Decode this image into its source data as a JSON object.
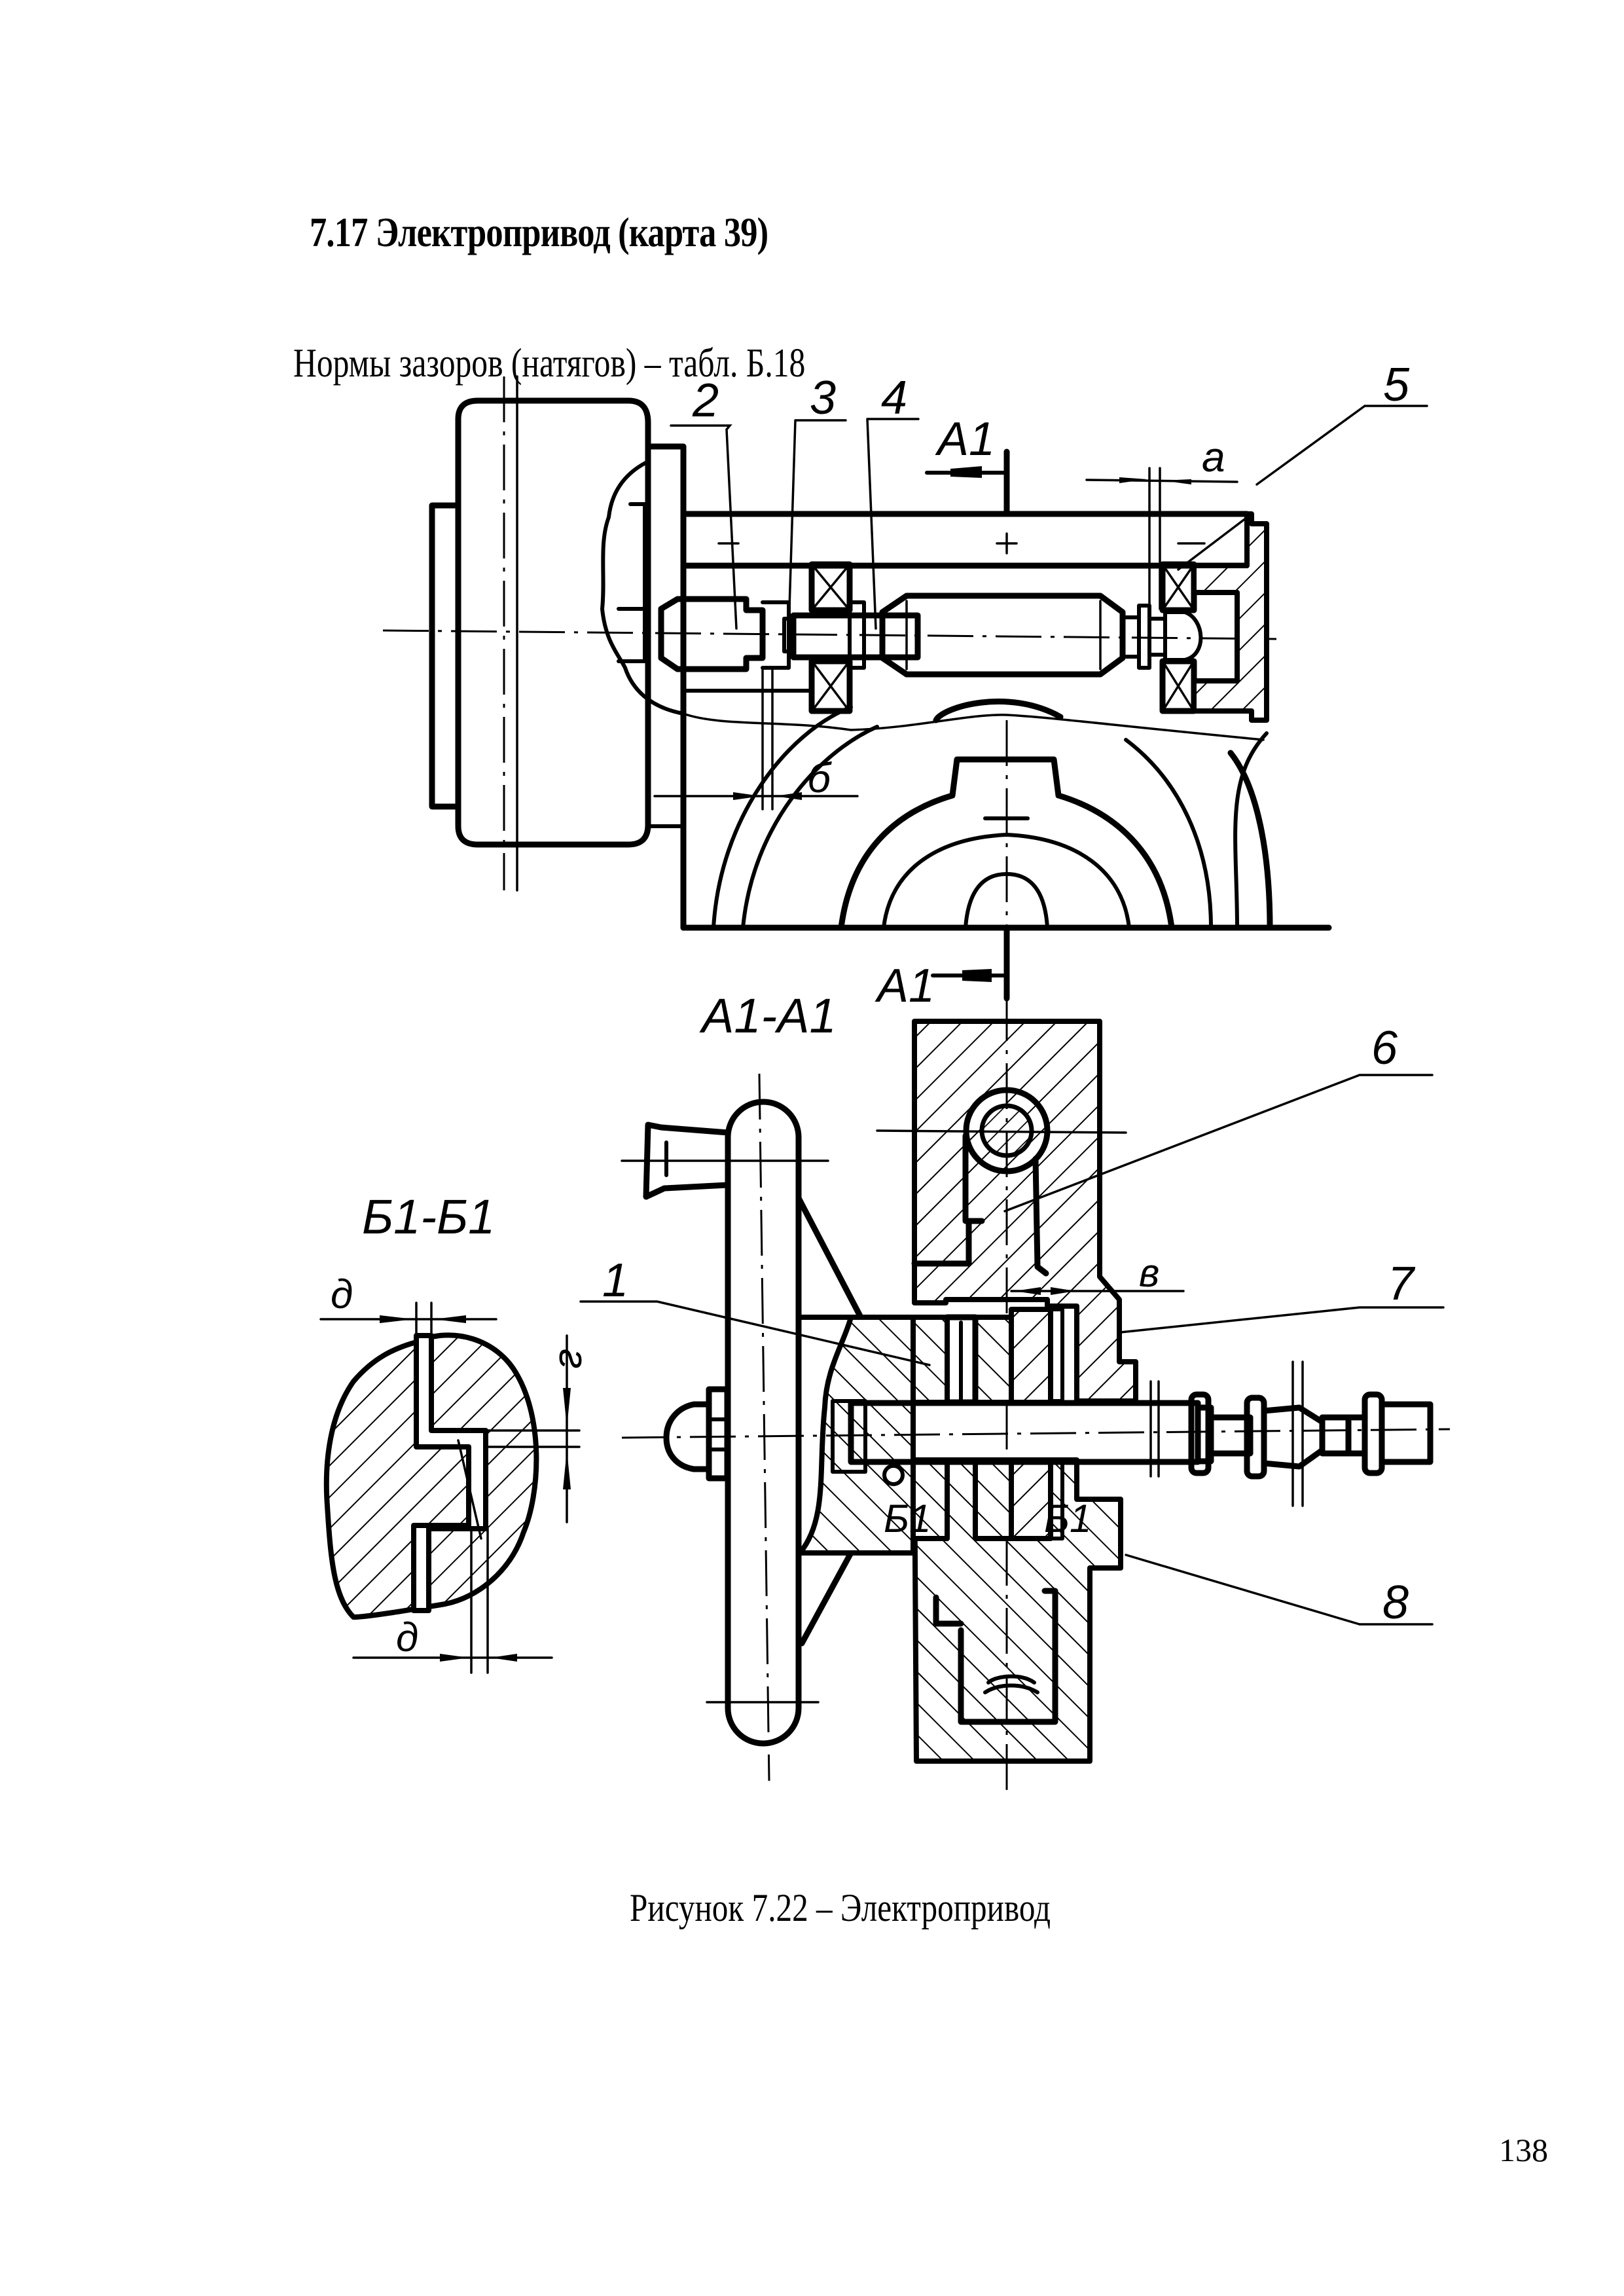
{
  "document": {
    "section_title": "7.17 Электропривод (карта 39)",
    "subtitle": "Нормы  зазоров (натягов) – табл. Б.18",
    "figure_caption": "Рисунок 7.22 – Электропривод",
    "page_number": "138"
  },
  "figure": {
    "top_view": {
      "part_labels": [
        "2",
        "3",
        "4",
        "5"
      ],
      "section_mark": "A1",
      "gap_labels": {
        "a": "а",
        "b": "б"
      }
    },
    "section_a1": {
      "title": "A1-A1",
      "section_mark": "A1",
      "part_labels": [
        "1",
        "6",
        "7",
        "8"
      ],
      "gap_labels": {
        "v": "в"
      },
      "cut_marks": [
        "Б1",
        "Б1"
      ]
    },
    "section_b1": {
      "title": "Б1-Б1",
      "gap_labels": {
        "d_top": "д",
        "g": "г",
        "d_bottom": "д"
      }
    }
  }
}
